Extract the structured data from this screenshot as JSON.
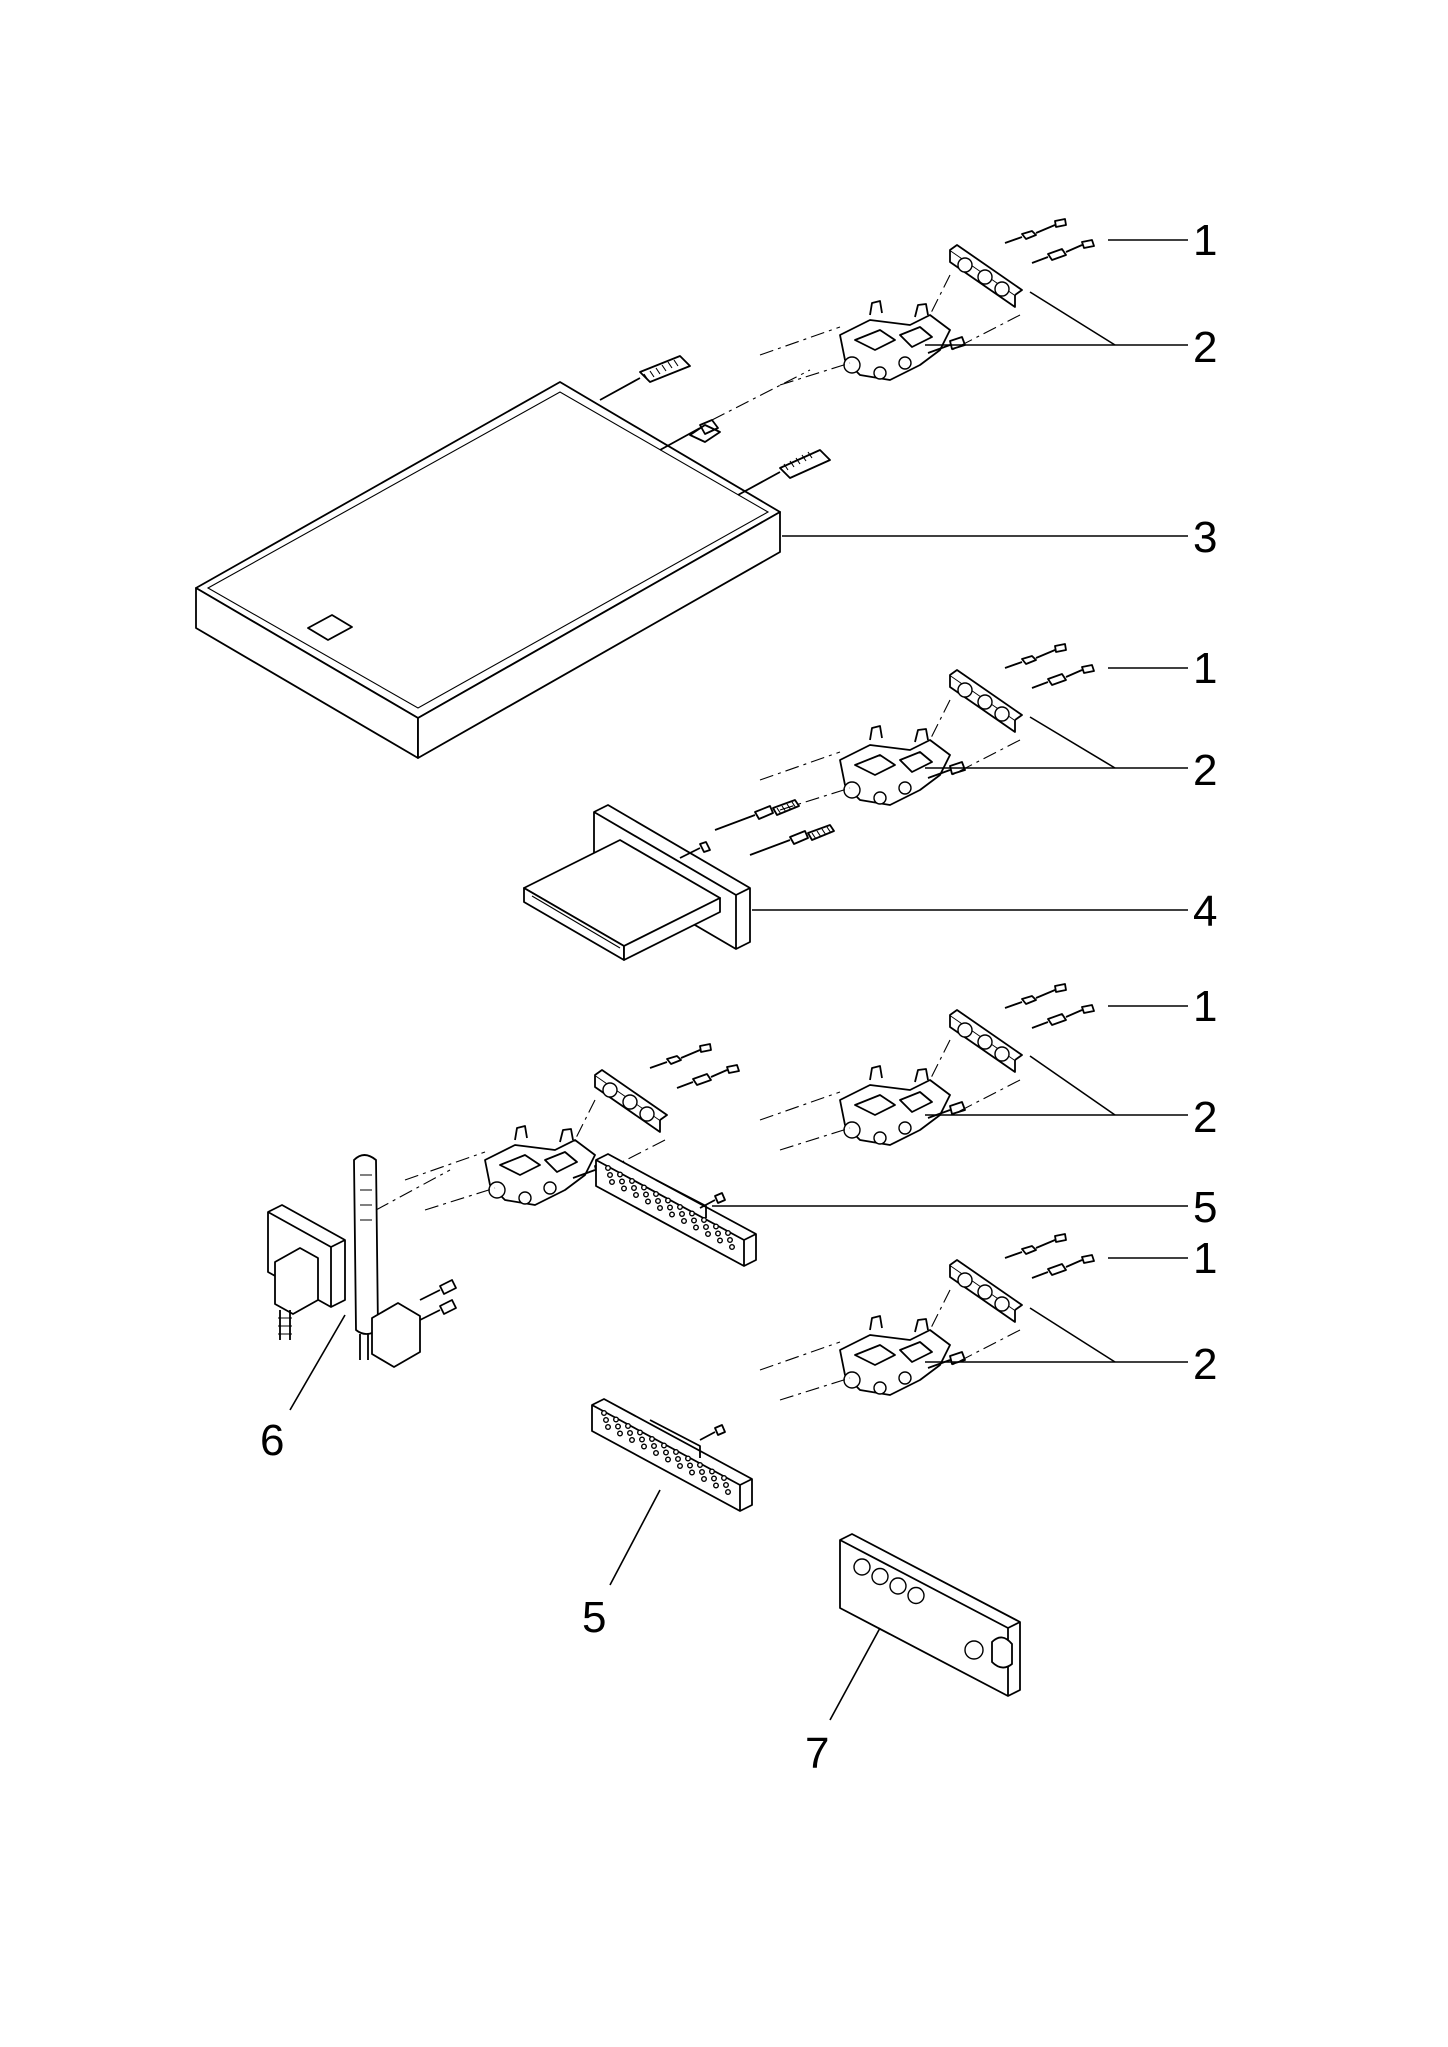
{
  "callouts": {
    "c1a": "1",
    "c2a": "2",
    "c3": "3",
    "c1b": "1",
    "c2b": "2",
    "c4": "4",
    "c1c": "1",
    "c2c": "2",
    "c5a": "5",
    "c1d": "1",
    "c2d": "2",
    "c6": "6",
    "c5b": "5",
    "c7": "7"
  }
}
